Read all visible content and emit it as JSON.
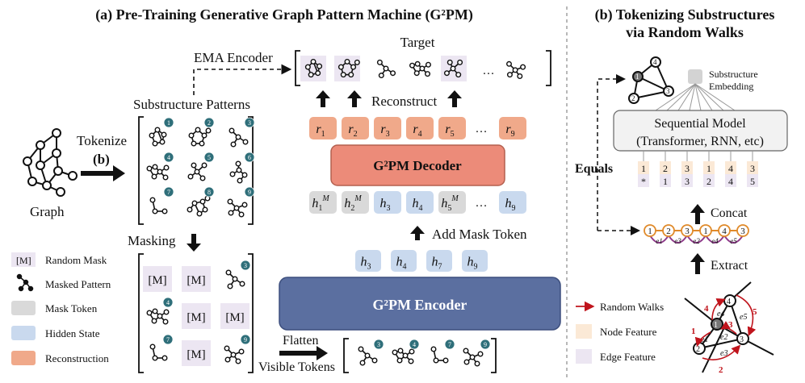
{
  "panel_a": {
    "title": "(a) Pre-Training Generative Graph Pattern Machine (G²PM)",
    "ema_encoder": "EMA Encoder",
    "target": "Target",
    "substructure_patterns": "Substructure Patterns",
    "tokenize": "Tokenize",
    "tokenize_ref": "(b)",
    "graph": "Graph",
    "reconstruct": "Reconstruct",
    "decoder": "G²PM Decoder",
    "encoder": "G²PM Encoder",
    "add_mask_token": "Add Mask Token",
    "masking": "Masking",
    "flatten": "Flatten",
    "visible_tokens": "Visible Tokens",
    "mask_label": "[M]",
    "ellipsis": "…",
    "pattern_numbers": [
      "1",
      "2",
      "3",
      "4",
      "5",
      "6",
      "7",
      "8",
      "9"
    ],
    "masked_grid_numbers": [
      "3",
      "4",
      "7",
      "9"
    ],
    "flattened_numbers": [
      "3",
      "4",
      "7",
      "9"
    ],
    "reconstructed_tokens": [
      "r1",
      "r2",
      "r3",
      "r4",
      "r5",
      "r9"
    ],
    "decoder_inputs": [
      "h1M",
      "h2M",
      "h3",
      "h4",
      "h5M",
      "h9"
    ],
    "visible_hidden": [
      "h3",
      "h4",
      "h7",
      "h9"
    ]
  },
  "legend": {
    "random_mask_box": "[M]",
    "random_mask": "Random Mask",
    "masked_pattern": "Masked Pattern",
    "mask_token": "Mask Token",
    "hidden_state": "Hidden State",
    "reconstruction": "Reconstruction"
  },
  "panel_b": {
    "title_line1": "(b) Tokenizing Substructures",
    "title_line2": "via Random Walks",
    "substructure_embedding_1": "Substructure",
    "substructure_embedding_2": "Embedding",
    "seq_model_1": "Sequential Model",
    "seq_model_2": "(Transformer, RNN, etc)",
    "equals": "Equals",
    "concat": "Concat",
    "extract": "Extract",
    "node_row": [
      "1",
      "2",
      "3",
      "1",
      "4",
      "3"
    ],
    "edge_row": [
      "*",
      "1",
      "3",
      "2",
      "4",
      "5"
    ],
    "walk_nodes": [
      "1",
      "2",
      "3",
      "1",
      "4",
      "3"
    ],
    "walk_edges": [
      "e1",
      "e3",
      "e2",
      "e4",
      "e5"
    ],
    "graph_nodes": [
      "1",
      "2",
      "3",
      "4"
    ],
    "small_graph_edges": [
      "e1",
      "e2",
      "e3",
      "e4",
      "e5"
    ],
    "walk_steps": [
      "1",
      "2",
      "3",
      "4",
      "5"
    ],
    "legend_random_walks": "Random Walks",
    "legend_node_feature": "Node Feature",
    "legend_edge_feature": "Edge Feature"
  },
  "colors": {
    "mask_token": "#d9d9d9",
    "hidden_state": "#c9d9ee",
    "reconstruction": "#f0a98a",
    "decoder": "#ec8b79",
    "encoder": "#5b6fa0",
    "random_mask": "#ece6f2",
    "node_feature": "#fbe9d6",
    "edge_feature": "#ece6f2",
    "walk_red": "#c0141c",
    "walk_purple": "#8e3a8a",
    "walk_orange": "#e08a2a"
  }
}
